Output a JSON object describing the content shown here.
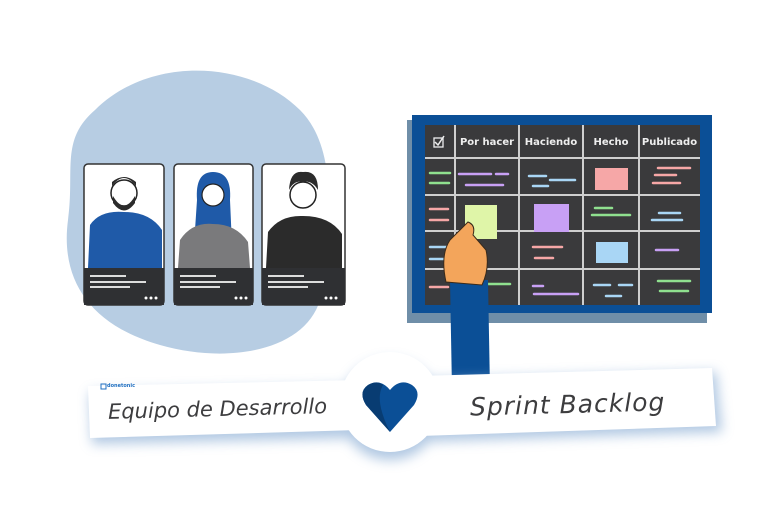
{
  "logo": {
    "text": "donetonic"
  },
  "board": {
    "header_icon": "checkbox-checked-icon",
    "columns": [
      "Por hacer",
      "Haciendo",
      "Hecho",
      "Publicado"
    ]
  },
  "team_cards": [
    {
      "name": "person-1",
      "icon": "person-icon"
    },
    {
      "name": "person-2",
      "icon": "person-icon"
    },
    {
      "name": "person-3",
      "icon": "person-icon"
    }
  ],
  "banner": {
    "left_label": "Equipo de Desarrollo",
    "right_label": "Sprint Backlog",
    "center_icon": "heart-icon"
  },
  "colors": {
    "brand_blue": "#0b4f96",
    "blob": "#b7cde3",
    "board_dark": "#3a3a3c",
    "note_pink": "#f6a7a7",
    "note_green": "#dff5a8",
    "note_purple": "#c8a0f5",
    "note_blue": "#a9d6f5"
  }
}
